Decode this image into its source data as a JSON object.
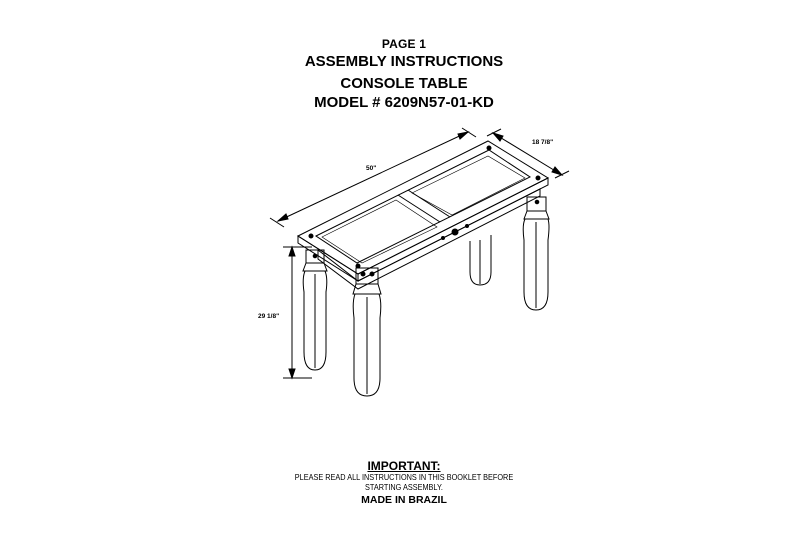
{
  "header": {
    "page": "PAGE 1",
    "title_line1": "ASSEMBLY INSTRUCTIONS",
    "title_line2": "CONSOLE TABLE",
    "model": "MODEL # 6209N57-01-KD"
  },
  "dimensions": {
    "length": "50\"",
    "depth": "18 7/8\"",
    "height": "29 1/8\""
  },
  "footer": {
    "important_title": "IMPORTANT:",
    "line1": "PLEASE READ ALL INSTRUCTIONS IN THIS BOOKLET BEFORE",
    "line2": "STARTING ASSEMBLY.",
    "made_in": "MADE IN BRAZIL"
  }
}
